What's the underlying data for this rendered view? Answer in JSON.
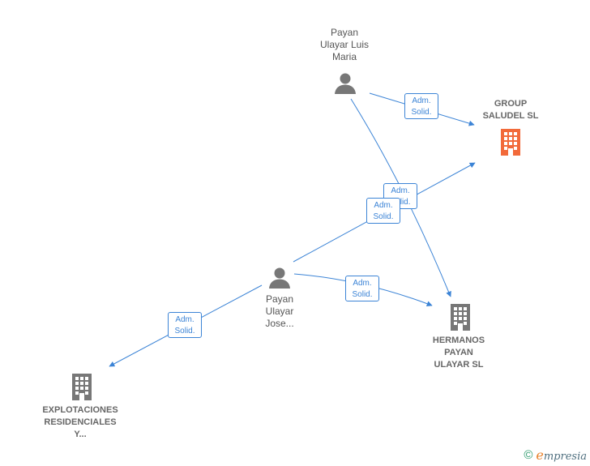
{
  "people": [
    {
      "id": "luis",
      "label": "Payan\nUlayar Luis\nMaria"
    },
    {
      "id": "jose",
      "label": "Payan\nUlayar\nJose..."
    }
  ],
  "companies": [
    {
      "id": "group",
      "label": "GROUP\nSALUDEL  SL",
      "color": "#f26a3a"
    },
    {
      "id": "hermanos",
      "label": "HERMANOS\nPAYAN\nULAYAR SL",
      "color": "#777777"
    },
    {
      "id": "explotaciones",
      "label": "EXPLOTACIONES\nRESIDENCIALES\nY...",
      "color": "#777777"
    }
  ],
  "edge_label": {
    "line1": "Adm.",
    "line2": "Solid."
  },
  "edges": [
    {
      "from": "luis",
      "to": "group"
    },
    {
      "from": "luis",
      "to": "hermanos"
    },
    {
      "from": "jose",
      "to": "group"
    },
    {
      "from": "jose",
      "to": "hermanos"
    },
    {
      "from": "jose",
      "to": "explotaciones"
    }
  ],
  "colors": {
    "edge": "#3c84d6",
    "person_icon": "#777777"
  },
  "footer": {
    "copyright_symbol": "©",
    "brand_initial": "e",
    "brand_rest": "mpresia"
  }
}
